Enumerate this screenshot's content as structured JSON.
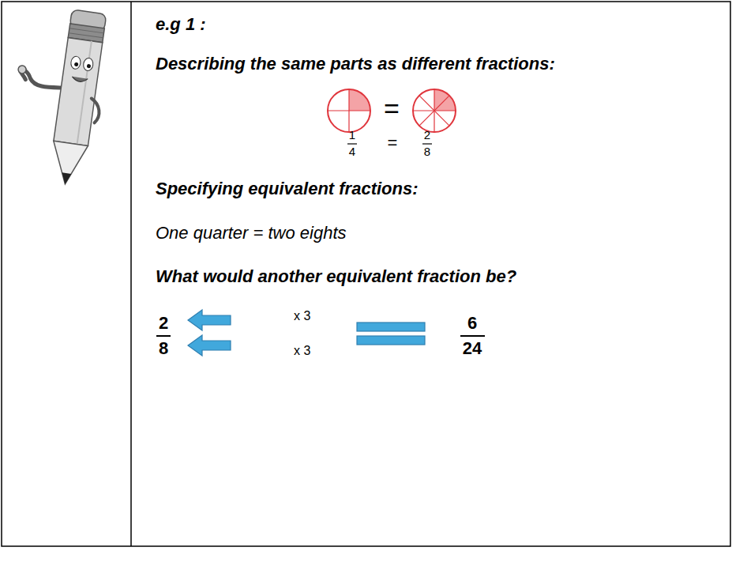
{
  "diagram": {
    "labels": [
      "e.g 1 :",
      "Describing the same parts as different fractions:",
      "=",
      "1",
      "4",
      "=",
      "2",
      "8",
      "Specifying equivalent fractions:",
      "One quarter = two eights",
      "What would another equivalent fraction be?",
      "2",
      "8",
      "x 3",
      "x 3",
      "6",
      "24"
    ]
  }
}
